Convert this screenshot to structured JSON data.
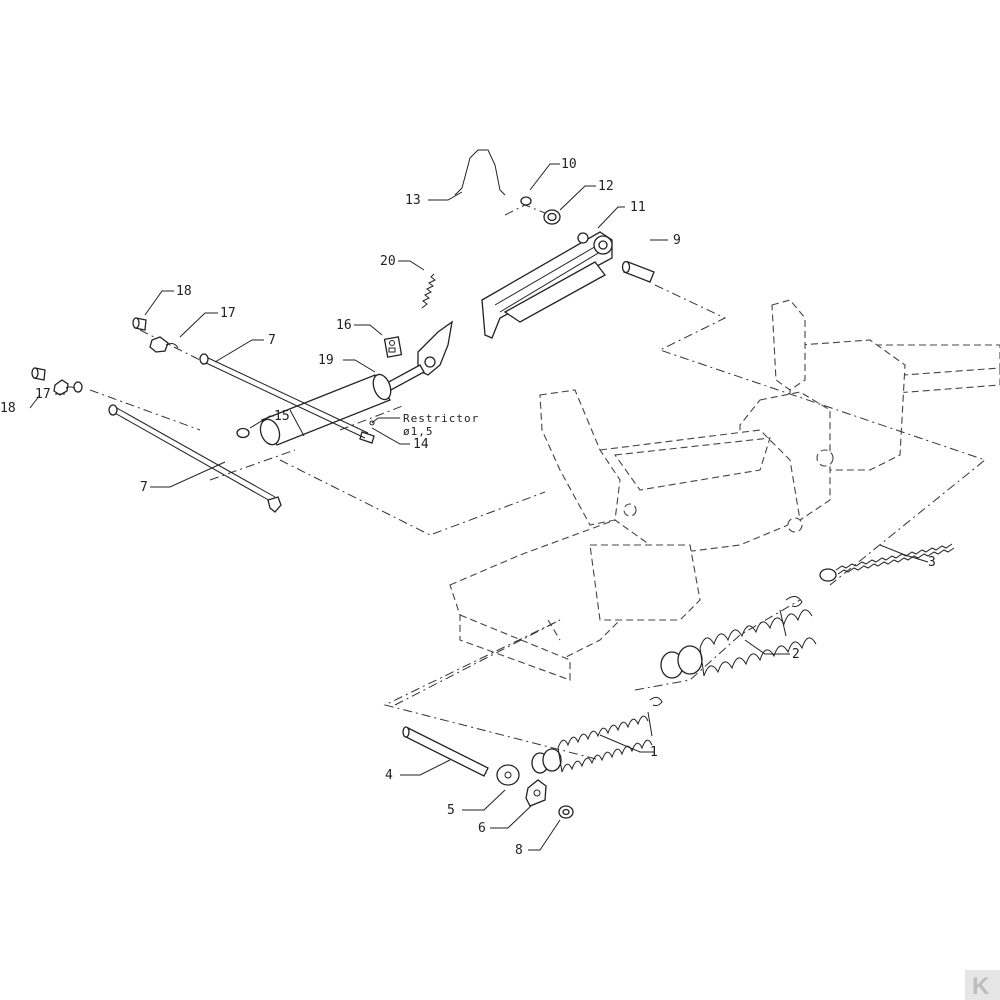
{
  "diagram": {
    "note": {
      "line1": "Restrictor",
      "line2": "ø1,5"
    },
    "callouts": [
      {
        "id": "c1",
        "text": "1"
      },
      {
        "id": "c2",
        "text": "2"
      },
      {
        "id": "c3",
        "text": "3"
      },
      {
        "id": "c4",
        "text": "4"
      },
      {
        "id": "c5",
        "text": "5"
      },
      {
        "id": "c6",
        "text": "6"
      },
      {
        "id": "c7a",
        "text": "7"
      },
      {
        "id": "c7b",
        "text": "7"
      },
      {
        "id": "c8",
        "text": "8"
      },
      {
        "id": "c9",
        "text": "9"
      },
      {
        "id": "c10",
        "text": "10"
      },
      {
        "id": "c11",
        "text": "11"
      },
      {
        "id": "c12",
        "text": "12"
      },
      {
        "id": "c13",
        "text": "13"
      },
      {
        "id": "c14",
        "text": "14"
      },
      {
        "id": "c15",
        "text": "15"
      },
      {
        "id": "c16",
        "text": "16"
      },
      {
        "id": "c17a",
        "text": "17"
      },
      {
        "id": "c17b",
        "text": "17"
      },
      {
        "id": "c18a",
        "text": "18"
      },
      {
        "id": "c18b",
        "text": "18"
      },
      {
        "id": "c19",
        "text": "19"
      },
      {
        "id": "c20",
        "text": "20"
      }
    ],
    "logo": "K"
  }
}
